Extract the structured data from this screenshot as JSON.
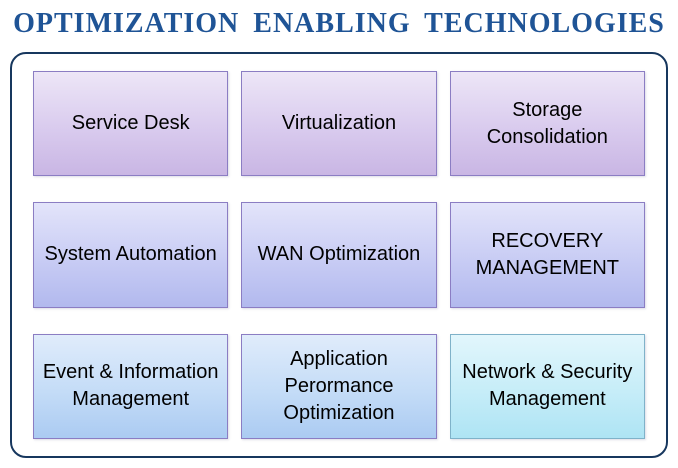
{
  "title": "OPTIMIZATION ENABLING TECHNOLOGIES",
  "boxes": [
    {
      "label": "Service Desk"
    },
    {
      "label": "Virtualization"
    },
    {
      "label": "Storage Consolidation"
    },
    {
      "label": "System Automation"
    },
    {
      "label": "WAN Optimization"
    },
    {
      "label": "RECOVERY MANAGEMENT"
    },
    {
      "label": "Event & Information Management"
    },
    {
      "label": "Application Perormance Optimization"
    },
    {
      "label": "Network & Security Management"
    }
  ],
  "colors": {
    "title_text": "#1F5496",
    "container_border": "#17375E",
    "box_border": "#8B7DC3",
    "row1_gradient_top": "#EDE6F7",
    "row1_gradient_bottom": "#C9B6E4",
    "row2_gradient_top": "#E3E4FA",
    "row2_gradient_bottom": "#B2B9EE",
    "row3_gradient_top": "#E0ECFB",
    "row3_gradient_bottom": "#ABCBF2",
    "row3_cyan_gradient_top": "#E2F6FC",
    "row3_cyan_gradient_bottom": "#AEE4F4"
  }
}
